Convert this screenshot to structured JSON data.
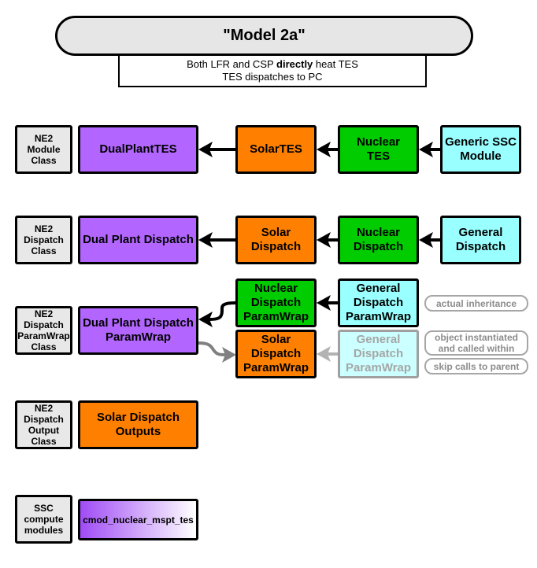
{
  "title": "\"Model 2a\"",
  "subtitle": {
    "line1_before": "Both LFR and CSP ",
    "line1_bold": "directly",
    "line1_after": " heat TES",
    "line2": "TES dispatches to PC"
  },
  "rows": {
    "module": {
      "label": "NE2\nModule\nClass",
      "boxes": [
        "DualPlantTES",
        "SolarTES",
        "Nuclear\nTES",
        "Generic SSC\nModule"
      ]
    },
    "dispatch": {
      "label": "NE2\nDispatch\nClass",
      "boxes": [
        "Dual Plant Dispatch",
        "Solar\nDispatch",
        "Nuclear\nDispatch",
        "General\nDispatch"
      ]
    },
    "paramwrap": {
      "label": "NE2\nDispatch\nParamWrap\nClass",
      "dual": "Dual Plant Dispatch\nParamWrap",
      "nuclear": "Nuclear\nDispatch\nParamWrap",
      "general": "General\nDispatch\nParamWrap",
      "solar": "Solar\nDispatch\nParamWrap",
      "general_faded": "General\nDispatch\nParamWrap"
    },
    "outputs": {
      "label": "NE2\nDispatch\nOutput\nClass",
      "box": "Solar Dispatch\nOutputs"
    },
    "ssc": {
      "label": "SSC\ncompute\nmodules",
      "box": "cmod_nuclear_mspt_tes"
    }
  },
  "legend": {
    "inheritance": "actual inheritance",
    "instantiated": "object instantiated\nand called within",
    "skip": "skip calls to parent"
  },
  "colors": {
    "purple": "#b266ff",
    "orange": "#ff8000",
    "green": "#00cc00",
    "cyan": "#99ffff",
    "faded_cyan": "#ccffff",
    "label_gray": "#e8e8e8"
  }
}
